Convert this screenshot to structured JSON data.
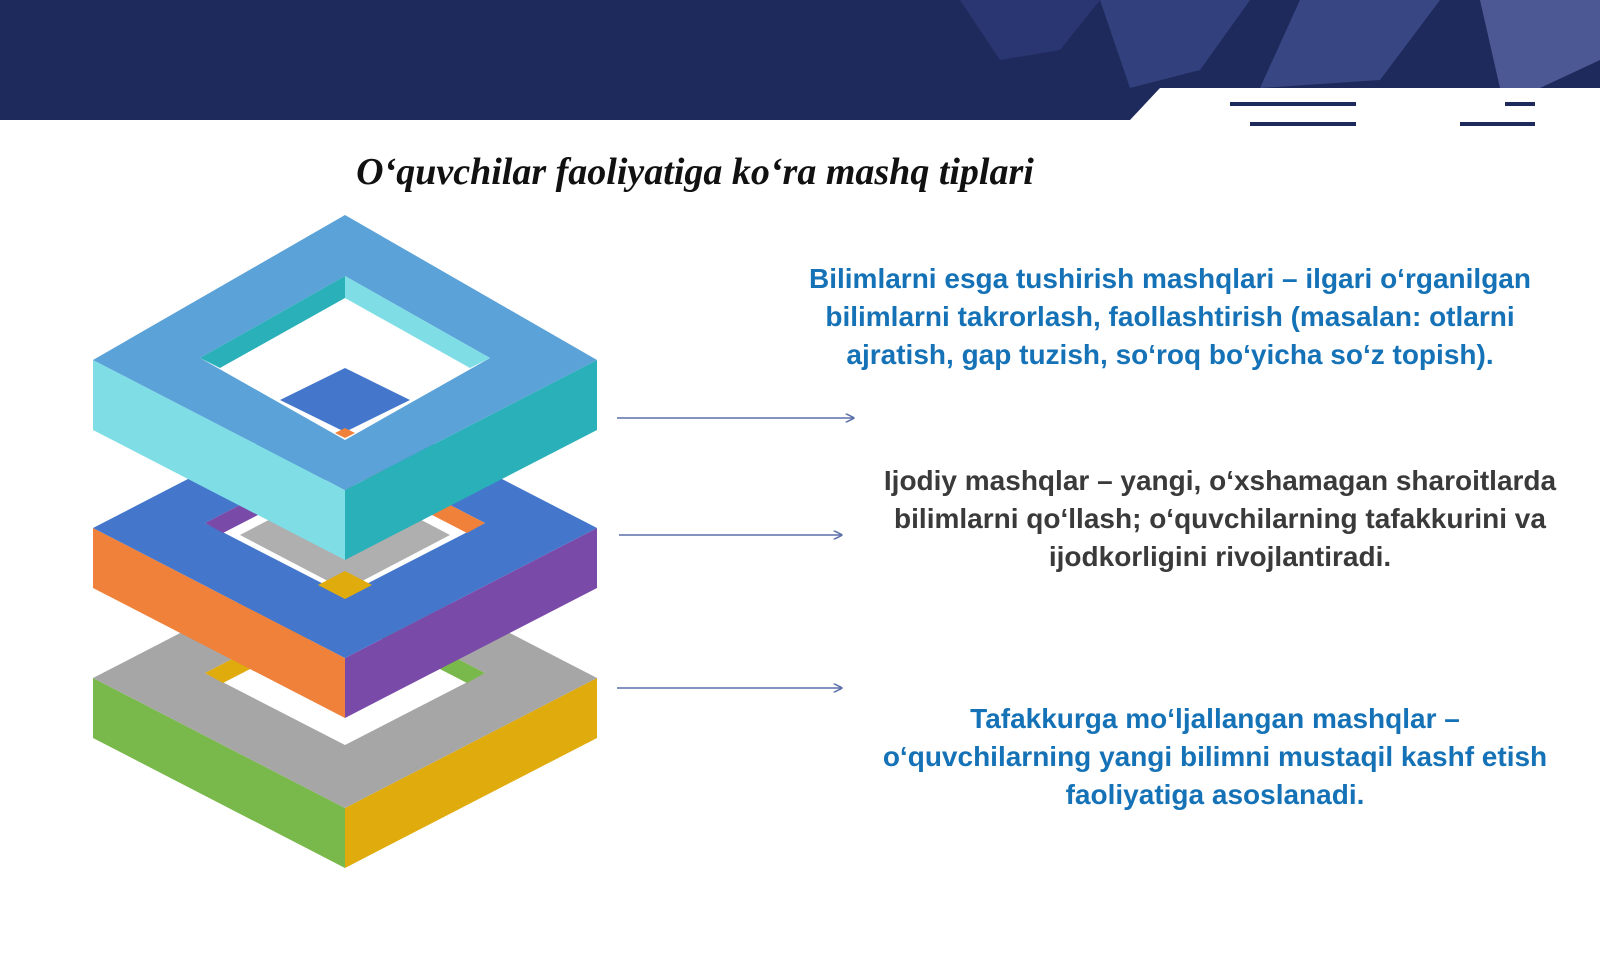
{
  "slide": {
    "title": "O‘quvchilar faoliyatiga ko‘ra mashq tiplari"
  },
  "items": [
    {
      "text": "Bilimlarni esga tushirish mashqlari – ilgari o‘rganilgan bilimlarni takrorlash, faollashtirish (masalan: otlarni ajratish, gap tuzish, so‘roq bo‘yicha so‘z topish).",
      "color": "#1572b6"
    },
    {
      "text": "Ijodiy mashqlar – yangi, o‘xshamagan sharoitlarda bilimlarni qo‘llash; o‘quvchilarning tafakkurini va ijodkorligini rivojlantiradi.",
      "color": "#3a3a3a"
    },
    {
      "text": "Tafakkurga mo‘ljallangan mashqlar – o‘quvchilarning yangi bilimni mustaqil kashf etish faoliyatiga asoslanadi.",
      "color": "#1572b6"
    }
  ],
  "colors": {
    "banner": "#1f2a5c",
    "accent_line": "#1f2a5c",
    "layer_top": [
      "#5aa2d8",
      "#7fdde6",
      "#2ab0b8"
    ],
    "layer_middle": [
      "#4477cc",
      "#f0813a",
      "#7a4aa8"
    ],
    "layer_bottom": [
      "#a6a6a6",
      "#79b84a",
      "#e0ab0c"
    ]
  }
}
